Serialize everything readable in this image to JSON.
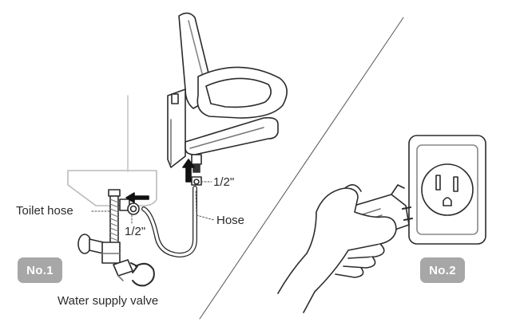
{
  "step1": {
    "badge": "No.1",
    "labels": {
      "toilet_hose": "Toilet hose",
      "half_inch_left": "1/2\"",
      "half_inch_right": "1/2\"",
      "hose": "Hose",
      "water_supply_valve": "Water supply valve"
    }
  },
  "step2": {
    "badge": "No.2"
  },
  "colors": {
    "badge_bg": "#a7a7a7",
    "badge_text": "#ffffff",
    "line": "#2b2b2b",
    "background": "#ffffff"
  }
}
